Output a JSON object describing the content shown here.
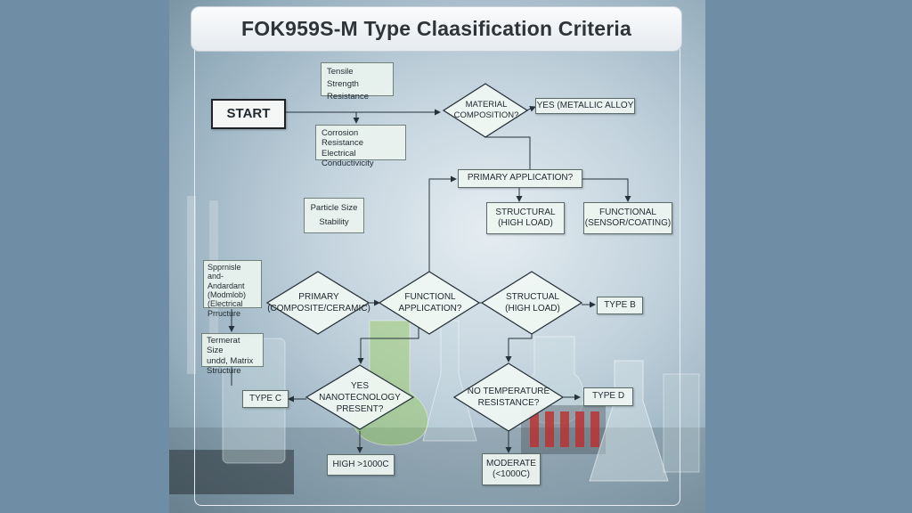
{
  "title": "FOK959S-M Type Claasification Criteria",
  "nodes": {
    "start": "START",
    "material": "MATERIAL COMPOSITION?",
    "yes_metallic": "YES (METALLIC ALLOY",
    "primary_app_1": "PRIMARY APPLICATION?",
    "structural_top": "STRUCTURAL (HIGH LOAD)",
    "functional_top": "FUNCTIONAL (SENSOR/COATING)",
    "primary_composite": "PRIMARY (COMPOSITE/CERAMIC)",
    "functional_app": "FUNCTIONL APPLICATION?",
    "structual_mid": "STRUCTUAL (HIGH LOAD)",
    "type_b": "TYPE B",
    "type_c": "TYPE C",
    "nano": "YES NANOTECNOLOGY PRESENT?",
    "temperature": "NO TEMPERATURE RESISTANCE?",
    "type_d": "TYPE D",
    "high": "HIGH >1000C",
    "moderate": "MODERATE (<1000C)"
  },
  "notes": {
    "tensile_1": "Tensile Strength",
    "tensile_2": "Resistance",
    "corrosion_1": "Corrosion Resistance",
    "corrosion_2": "Electrical",
    "corrosion_3": "Conductivicity",
    "particle_1": "Particle Size",
    "particle_2": "Stability",
    "spmsle_1": "Spprnisle and-",
    "spmsle_2": "Andardant",
    "spmsle_3": "(Modmlob)",
    "spmsle_4": "(Electrical",
    "spmsle_5": "Prructure",
    "termerat_1": "Termerat Size",
    "termerat_2": "undd, Matrix",
    "termerat_3": "Structure"
  },
  "colors": {
    "side": "#6f8ea5",
    "box_fill": "#eef5f1",
    "border": "#5b6b6a",
    "title_text": "#2e3438"
  }
}
